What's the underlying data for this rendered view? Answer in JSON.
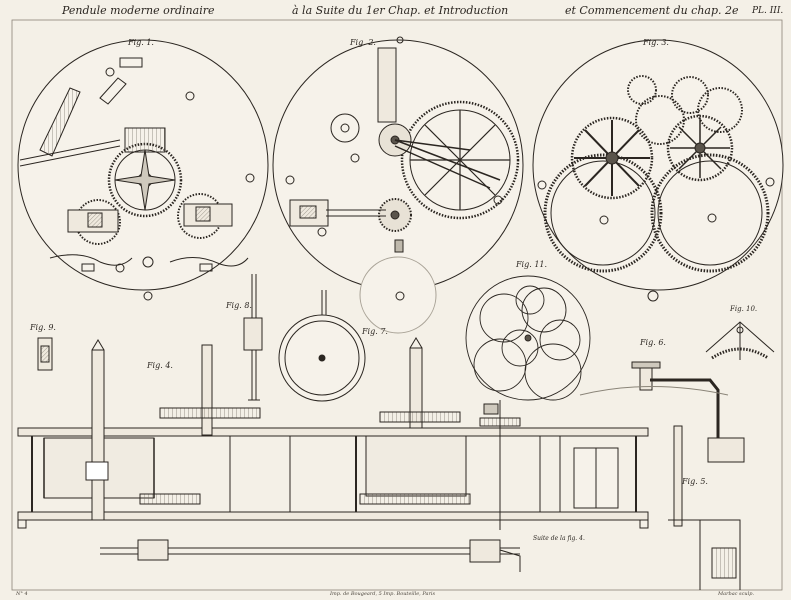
{
  "header": {
    "left": "Pendule moderne ordinaire",
    "center": "à la Suite du 1er Chap. et Introduction",
    "right": "et Commencement du chap. 2e",
    "plate_number": "PL. III."
  },
  "figures": {
    "fig1": "Fig. 1.",
    "fig2": "Fig. 2.",
    "fig3": "Fig. 3.",
    "fig4": "Fig. 4.",
    "fig5": "Fig. 5.",
    "fig6": "Fig. 6.",
    "fig7": "Fig. 7.",
    "fig8": "Fig. 8.",
    "fig9": "Fig. 9.",
    "fig10": "Fig. 10.",
    "fig11": "Fig. 11."
  },
  "annotations": {
    "suite": "Suite de la fig. 4."
  },
  "footer": {
    "left": "N° 4",
    "center": "Imp. de Bougeard, 5 Imp. Bouteille, Paris",
    "right": "Marbac sculp."
  },
  "colors": {
    "paper": "#f4f0e7",
    "ink": "#2b2621",
    "shade": "#8a8478"
  }
}
